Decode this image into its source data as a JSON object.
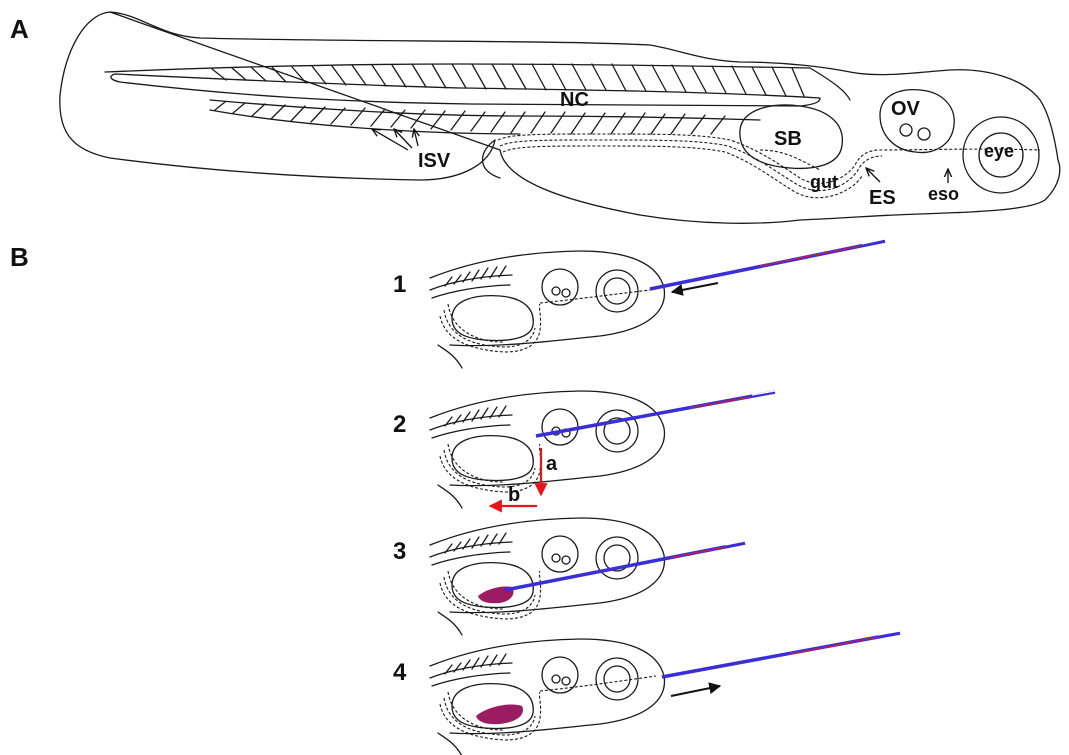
{
  "panel_a": {
    "letter": "A",
    "labels": {
      "nc": "NC",
      "ov": "OV",
      "sb": "SB",
      "eye": "eye",
      "isv": "ISV",
      "gut": "gut",
      "es": "ES",
      "eso": "eso"
    }
  },
  "panel_b": {
    "letter": "B",
    "steps": [
      "1",
      "2",
      "3",
      "4"
    ],
    "movement_labels": {
      "a": "a",
      "b": "b"
    }
  },
  "colors": {
    "line": "#1a1a1a",
    "needle_outer": "#3a2fd6",
    "needle_inner": "#b0205a",
    "injected_dye": "#9c1c63",
    "movement_arrow": "#e8141b"
  }
}
